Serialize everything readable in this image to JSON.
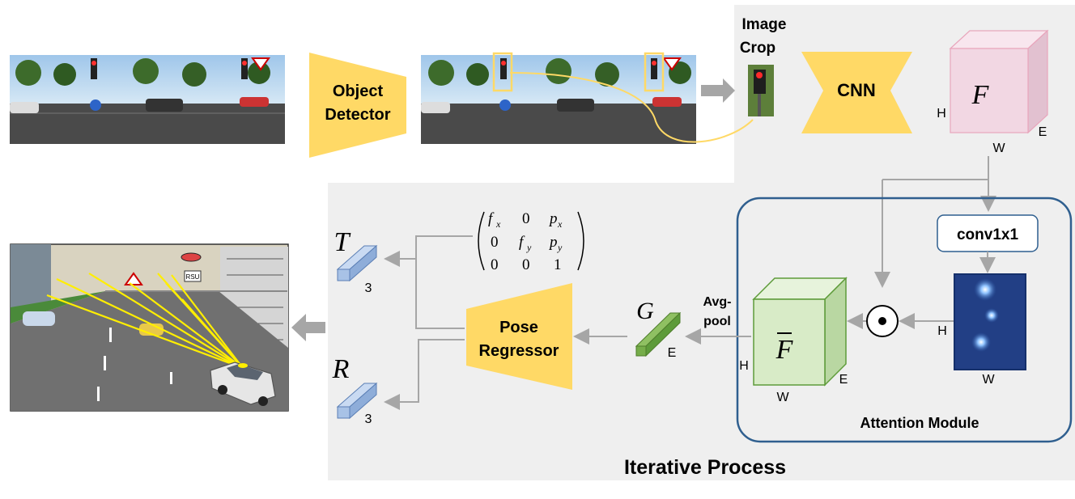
{
  "labels": {
    "object_detector_line1": "Object",
    "object_detector_line2": "Detector",
    "image_crop_line1": "Image",
    "image_crop_line2": "Crop",
    "cnn": "CNN",
    "feature_F": "F",
    "feature_H": "H",
    "feature_W": "W",
    "feature_E": "E",
    "conv": "conv1x1",
    "attention_H": "H",
    "attention_W": "W",
    "attention_module": "Attention Module",
    "fbar": "F",
    "fbar_H": "H",
    "fbar_W": "W",
    "fbar_E": "E",
    "avgpool_line1": "Avg-",
    "avgpool_line2": "pool",
    "G": "G",
    "G_E": "E",
    "pose_line1": "Pose",
    "pose_line2": "Regressor",
    "T": "T",
    "T_dim": "3",
    "R": "R",
    "R_dim": "3",
    "iterative_process": "Iterative Process",
    "odot": "⊙",
    "matrix": {
      "r1": [
        "f",
        "0",
        "p"
      ],
      "r1_sub": [
        "x",
        "",
        "x"
      ],
      "r2": [
        "0",
        "f",
        "p"
      ],
      "r2_sub": [
        "",
        "y",
        "y"
      ],
      "r3": [
        "0",
        "0",
        "1"
      ]
    }
  },
  "scene_text": {
    "sign": "RSU"
  },
  "colors": {
    "yellow": "#FFD966",
    "panel_gray": "#EFEFEF",
    "pink_face": "#F2D7E3",
    "pink_side": "#E2C1D0",
    "pink_top": "#F8E6EE",
    "green_face": "#D8EBC7",
    "green_side": "#B9D7A2",
    "green_top": "#E7F3DC",
    "green_edge": "#5E9B3A",
    "blue_module": "#2F5F8F",
    "arrow": "#A6A6A6"
  },
  "icons": [
    "traffic-light-icon",
    "road-scene-image",
    "car-3d-icon"
  ]
}
